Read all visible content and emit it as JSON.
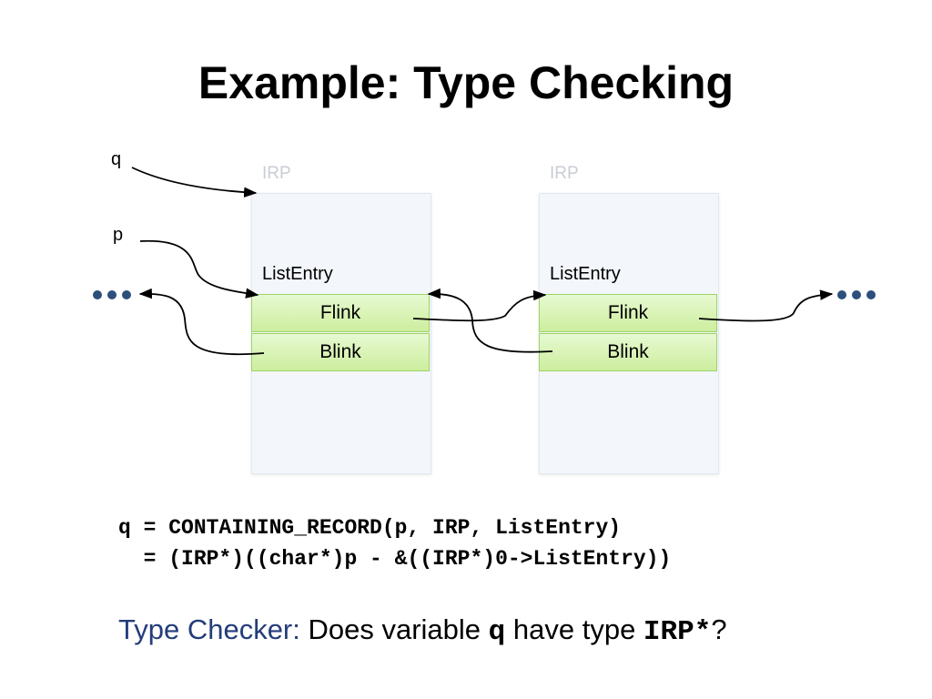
{
  "title": "Example: Type Checking",
  "diagram": {
    "pointer_q": "q",
    "pointer_p": "p",
    "nodes": [
      {
        "type_label": "IRP",
        "entry_label": "ListEntry",
        "field_flink": "Flink",
        "field_blink": "Blink"
      },
      {
        "type_label": "IRP",
        "entry_label": "ListEntry",
        "field_flink": "Flink",
        "field_blink": "Blink"
      }
    ]
  },
  "code": {
    "line1": "q = CONTAINING_RECORD(p, IRP, ListEntry)",
    "line2": "  = (IRP*)((char*)p - &((IRP*)0->ListEntry))"
  },
  "question": {
    "prefix": "Type Checker:",
    "text1": " Does variable ",
    "var": "q",
    "text2": " have type ",
    "type": "IRP*",
    "suffix": "?"
  },
  "colors": {
    "accent": "#243d7a",
    "field_fill": "#d6f3b0",
    "field_border": "#9bd468",
    "box_fill": "#f3f6fb",
    "ellipsis_dot": "#2d4f7c"
  }
}
